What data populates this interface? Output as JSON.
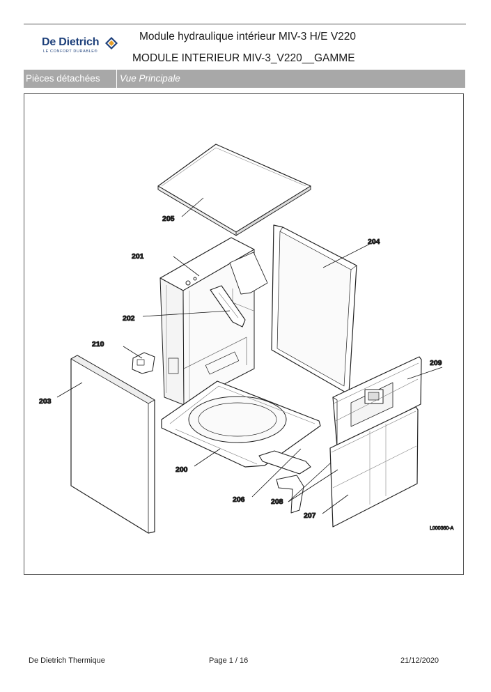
{
  "header": {
    "logo": {
      "name": "De Dietrich",
      "tagline": "LE CONFORT DURABLE®",
      "mark_color": "#e8a02a",
      "brand_color": "#1c3f7a"
    },
    "title_line1": "Module hydraulique intérieur MIV-3 H/E V220",
    "title_line2": "MODULE INTERIEUR MIV-3_V220__GAMME"
  },
  "section_bar": {
    "left_label": "Pièces détachées",
    "right_label": "Vue Principale",
    "color": "#a8a8a8"
  },
  "diagram": {
    "callouts": {
      "c200": "200",
      "c201": "201",
      "c202": "202",
      "c203": "203",
      "c204": "204",
      "c205": "205",
      "c206": "206",
      "c207": "207",
      "c208": "208",
      "c209": "209",
      "c210": "210"
    },
    "reference": "L000360-A"
  },
  "footer": {
    "company": "De Dietrich Thermique",
    "page": "Page   1  /  16",
    "date": "21/12/2020"
  }
}
